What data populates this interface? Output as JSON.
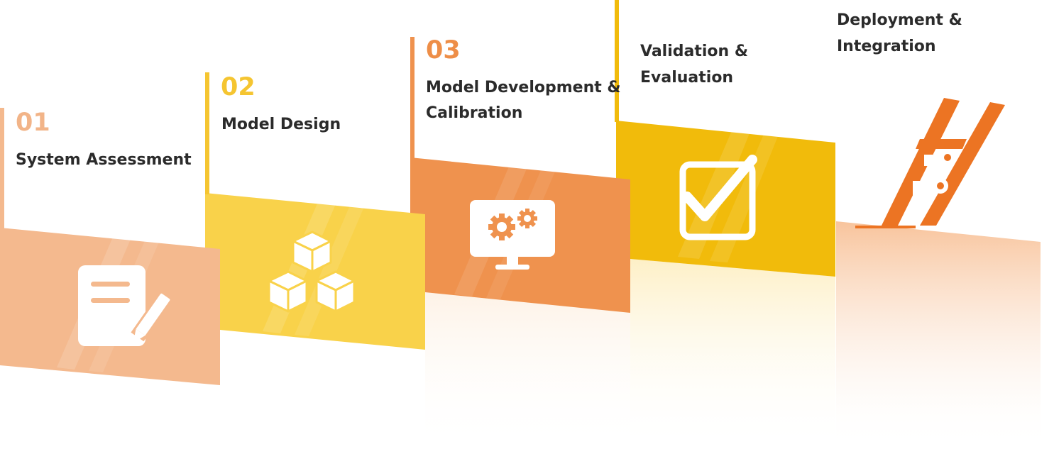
{
  "steps": [
    {
      "number": "01",
      "title": "System Assessment",
      "icon": "document-edit-icon",
      "color": "#f4b98e",
      "number_color": "#f2b488"
    },
    {
      "number": "02",
      "title": "Model Design",
      "icon": "cubes-icon",
      "color": "#f9d24a",
      "number_color": "#f5c531"
    },
    {
      "number": "03",
      "title": "Model Development & Calibration",
      "icon": "monitor-gears-icon",
      "color": "#ef924e",
      "number_color": "#ee8e47"
    },
    {
      "number": "",
      "title": "Validation & Evaluation",
      "icon": "checkbox-icon",
      "color": "#f1bb0b",
      "number_color": ""
    },
    {
      "number": "",
      "title": "Deployment & Integration",
      "icon": "integration-icon",
      "color": "#ec7423",
      "number_color": ""
    }
  ]
}
